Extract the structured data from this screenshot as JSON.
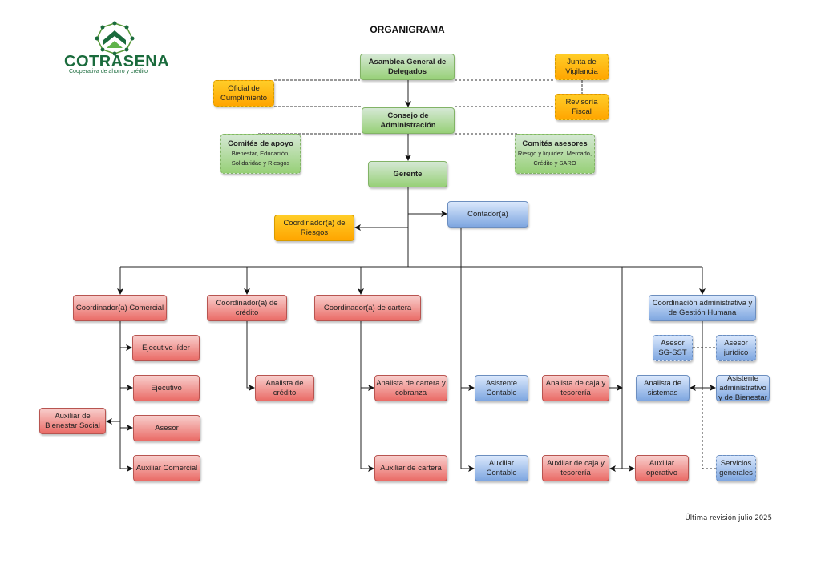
{
  "title": "ORGANIGRAMA",
  "logo": {
    "name": "COTRASENA",
    "tagline": "Cooperativa de ahorro y crédito"
  },
  "footer": "Última revisión julio 2025",
  "colors": {
    "governance": "#97d077",
    "control": "#ffa500",
    "operational": "#ea6b66",
    "administrative": "#7ea6e0"
  },
  "nodes": {
    "asamblea": "Asamblea General de Delegados",
    "junta": "Junta de Vigilancia",
    "oficial": "Oficial de Cumplimiento",
    "revisoria": "Revisoría Fiscal",
    "consejo": "Consejo de Administración",
    "comites_apoyo": {
      "title": "Comités de apoyo",
      "detail": "Bienestar, Educación, Solidaridad y Riesgos"
    },
    "comites_asesores": {
      "title": "Comités asesores",
      "detail": "Riesgo y liquidez, Mercado, Crédito y SARO"
    },
    "gerente": "Gerente",
    "contador": "Contador(a)",
    "coord_riesgos": "Coordinador(a) de Riesgos",
    "coord_comercial": "Coordinador(a) Comercial",
    "coord_credito": "Coordinador(a) de crédito",
    "coord_cartera": "Coordinador(a) de cartera",
    "coord_admin": "Coordinación administrativa y de Gestión Humana",
    "ejecutivo_lider": "Ejecutivo líder",
    "ejecutivo": "Ejecutivo",
    "asesor": "Asesor",
    "auxiliar_comercial": "Auxiliar Comercial",
    "auxiliar_bienestar": "Auxiliar de Bienestar Social",
    "analista_credito": "Analista de crédito",
    "analista_cartera": "Analista de cartera y cobranza",
    "auxiliar_cartera": "Auxiliar de cartera",
    "asistente_contable": "Asistente Contable",
    "auxiliar_contable": "Auxiliar Contable",
    "analista_caja": "Analista de caja y tesorería",
    "auxiliar_caja": "Auxiliar de caja y tesorería",
    "auxiliar_operativo": "Auxiliar operativo",
    "asesor_sst": "Asesor SG-SST",
    "asesor_juridico": "Asesor jurídico",
    "analista_sistemas": "Analista de sistemas",
    "asistente_admin": "Asistente administrativo y de Bienestar",
    "servicios_generales": "Servicios generales"
  }
}
